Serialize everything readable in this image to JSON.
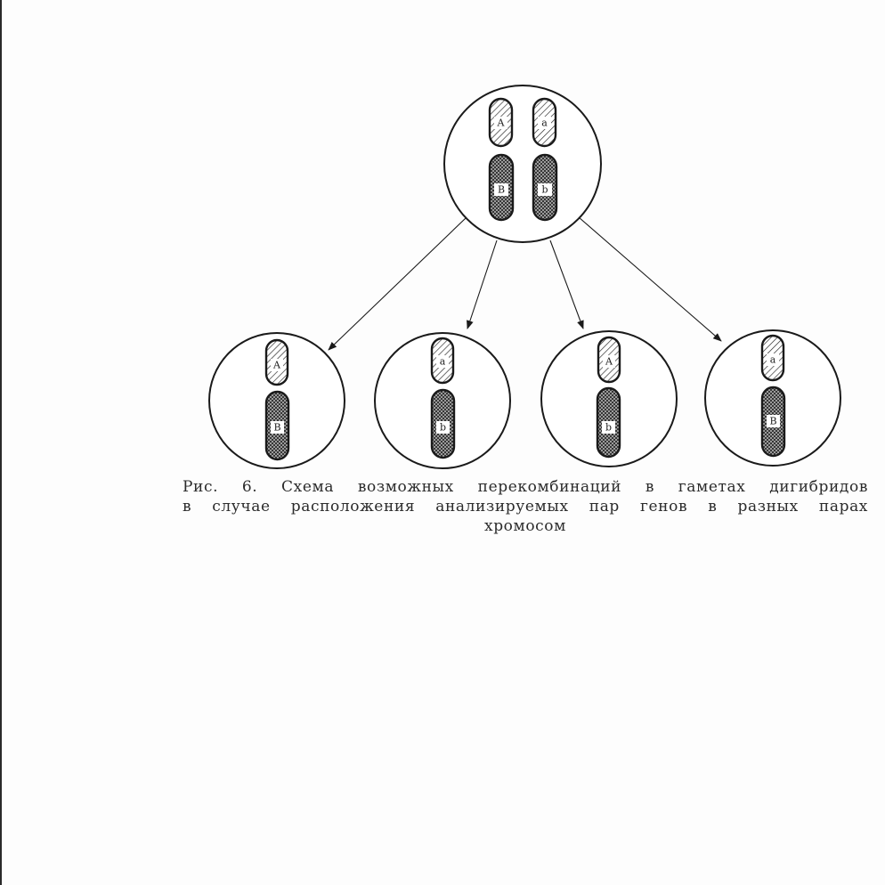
{
  "colors": {
    "ink": "#1a1a1a",
    "paper": "#fdfdfd",
    "caption_text": "#2b2b2b"
  },
  "parent_cell": {
    "chromosomes": [
      {
        "label": "A",
        "pattern": "hatch"
      },
      {
        "label": "a",
        "pattern": "hatch"
      },
      {
        "label": "B",
        "pattern": "cross"
      },
      {
        "label": "b",
        "pattern": "cross"
      }
    ]
  },
  "gametes": [
    {
      "upper": "A",
      "lower": "B"
    },
    {
      "upper": "a",
      "lower": "b"
    },
    {
      "upper": "A",
      "lower": "b"
    },
    {
      "upper": "a",
      "lower": "B"
    }
  ],
  "caption": {
    "line1": "Рис. 6. Схема возможных перекомбинаций в гаметах дигибридов",
    "line2": "в случае расположения анализируемых пар генов в разных парах",
    "line3": "хромосом"
  }
}
